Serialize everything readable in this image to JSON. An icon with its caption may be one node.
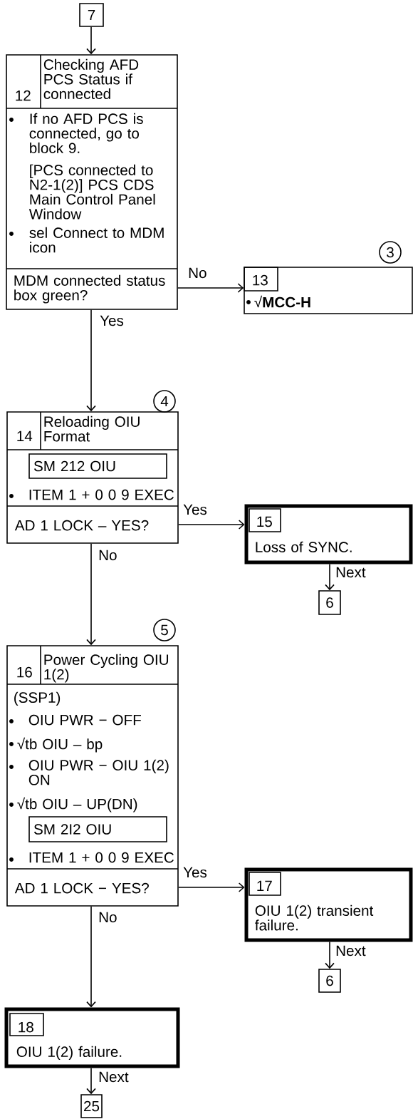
{
  "diagram": {
    "nodes": [
      {
        "text": [
          "7"
        ]
      },
      {
        "text": [
          "12",
          "Checking AFD PCS Status if connected",
          "If no AFD PCS is connected, go to block 9.",
          "[PCS connected to N2-1(2)] PCS CDS Main Control Panel Window",
          "sel Connect to MDM icon",
          "MDM connected status box green?"
        ]
      },
      {
        "text": [
          "3"
        ]
      },
      {
        "text": [
          "13",
          "√**MCC-H**"
        ]
      },
      {
        "text": [
          "4"
        ]
      },
      {
        "text": [
          "14",
          "Reloading OIU Format",
          "ITEM 1 + 0 0 9 EXEC",
          "AD 1 LOCK – YES?"
        ]
      },
      {
        "text": [
          "SM 212 OIU"
        ],
        "in": 5
      },
      {
        "text": [
          "15",
          "Loss of SYNC."
        ]
      },
      {
        "text": [
          "6"
        ]
      },
      {
        "text": [
          "5"
        ]
      },
      {
        "text": [
          "16",
          "Power Cycling OIU 1(2)",
          "(SSP1)",
          "OIU PWR − OFF",
          "√tb OIU – bp",
          "OIU PWR − OIU 1(2) ON",
          "√tb OIU – UP(DN)",
          "ITEM 1 + 0 0 9 EXEC",
          "AD 1 LOCK − YES?"
        ]
      },
      {
        "text": [
          "SM 2I2 OIU"
        ],
        "in": 10
      },
      {
        "text": [
          "17",
          "OIU 1(2) transient failure."
        ]
      },
      {
        "text": [
          "6"
        ]
      },
      {
        "text": [
          "18",
          "OIU 1(2) failure."
        ]
      },
      {
        "text": [
          "25"
        ]
      }
    ],
    "edges": [
      {
        "from": 0,
        "to": 1,
        "arrow": "to"
      },
      {
        "from": 1,
        "to": 3,
        "arrow": "to",
        "label": "No"
      },
      {
        "from": 1,
        "to": 5,
        "arrow": "to",
        "label": "Yes"
      },
      {
        "from": 5,
        "to": 7,
        "arrow": "to",
        "label": "Yes"
      },
      {
        "from": 5,
        "to": 10,
        "arrow": "to",
        "label": "No"
      },
      {
        "from": 7,
        "to": 8,
        "arrow": "to",
        "label": "Next"
      },
      {
        "from": 10,
        "to": 12,
        "arrow": "to",
        "label": "Yes"
      },
      {
        "from": 10,
        "to": 14,
        "arrow": "to",
        "label": "No"
      },
      {
        "from": 12,
        "to": 13,
        "arrow": "to",
        "label": "Next"
      },
      {
        "from": 14,
        "to": 15,
        "arrow": "to",
        "label": "Next"
      }
    ]
  }
}
